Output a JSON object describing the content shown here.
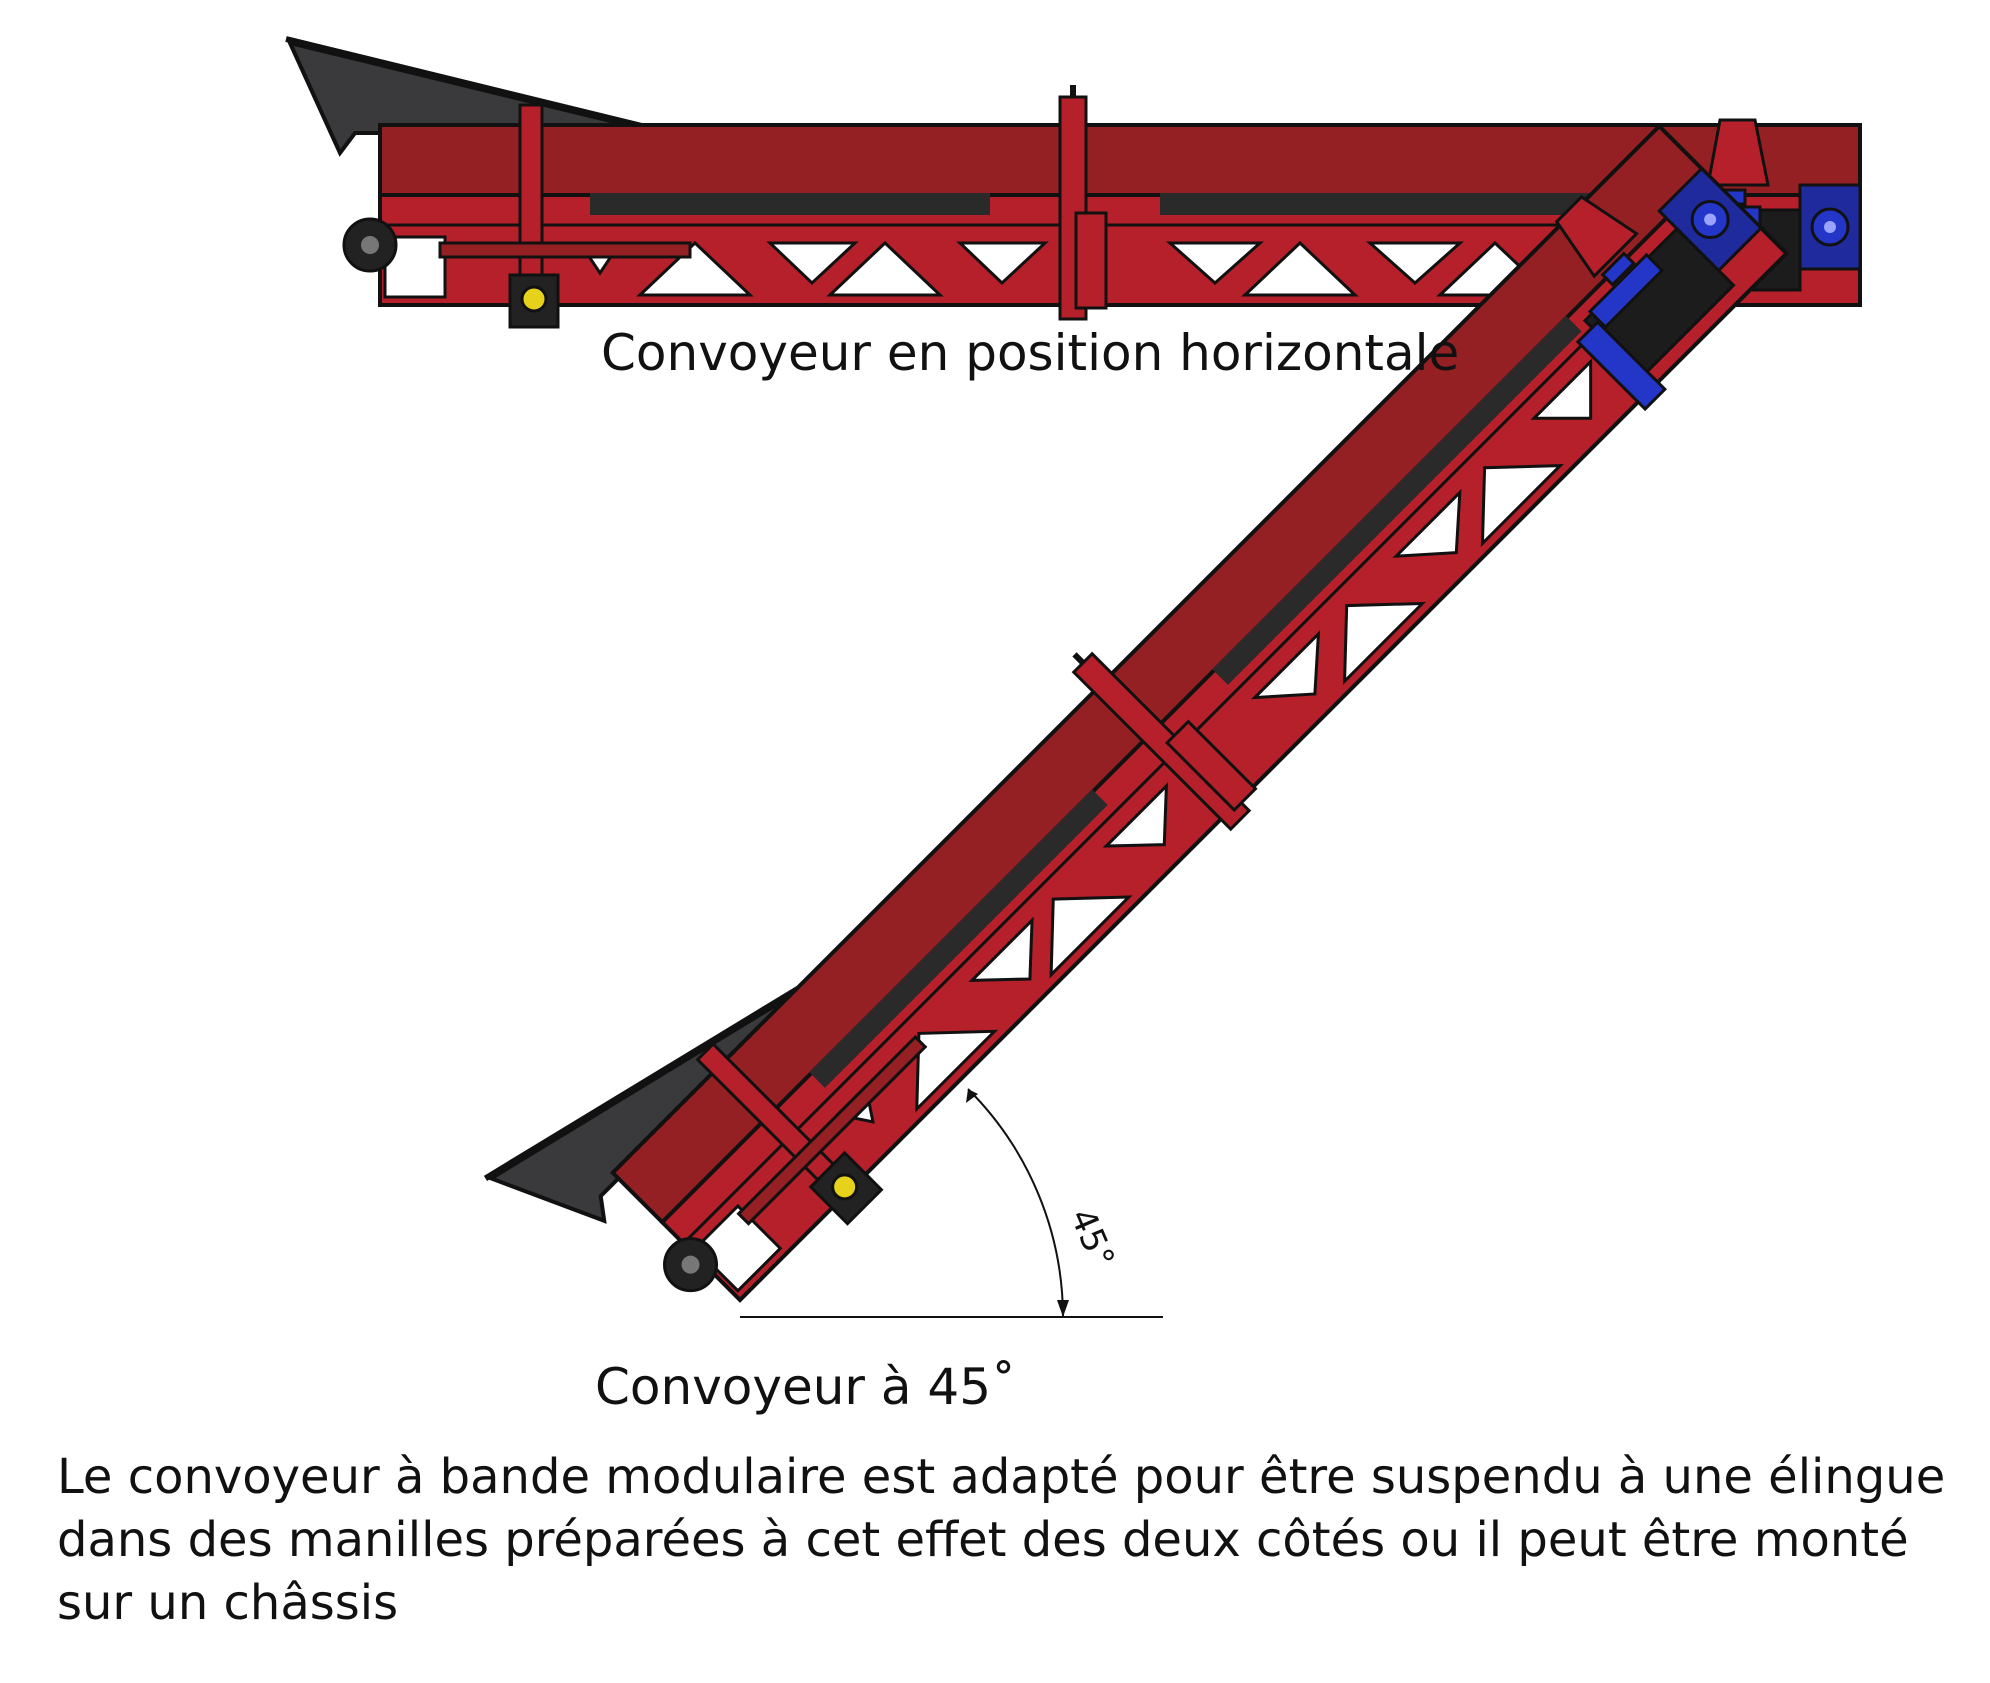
{
  "captions": {
    "horizontal": "Convoyeur en position horizontale",
    "inclined": "Convoyeur à 45˚"
  },
  "angle_label": "45°",
  "description_lines": [
    "Le convoyeur à bande modulaire est adapté pour être suspendu à une élingue",
    "dans des manilles préparées à cet effet des deux côtés ou il peut être monté",
    "sur un châssis"
  ],
  "colors": {
    "frame_red": "#b5202a",
    "frame_dark_red": "#952024",
    "hopper_grey": "#3a3a3c",
    "motor_blue": "#2336c8",
    "outline": "#111111",
    "accent_yellow": "#e6d21a"
  }
}
